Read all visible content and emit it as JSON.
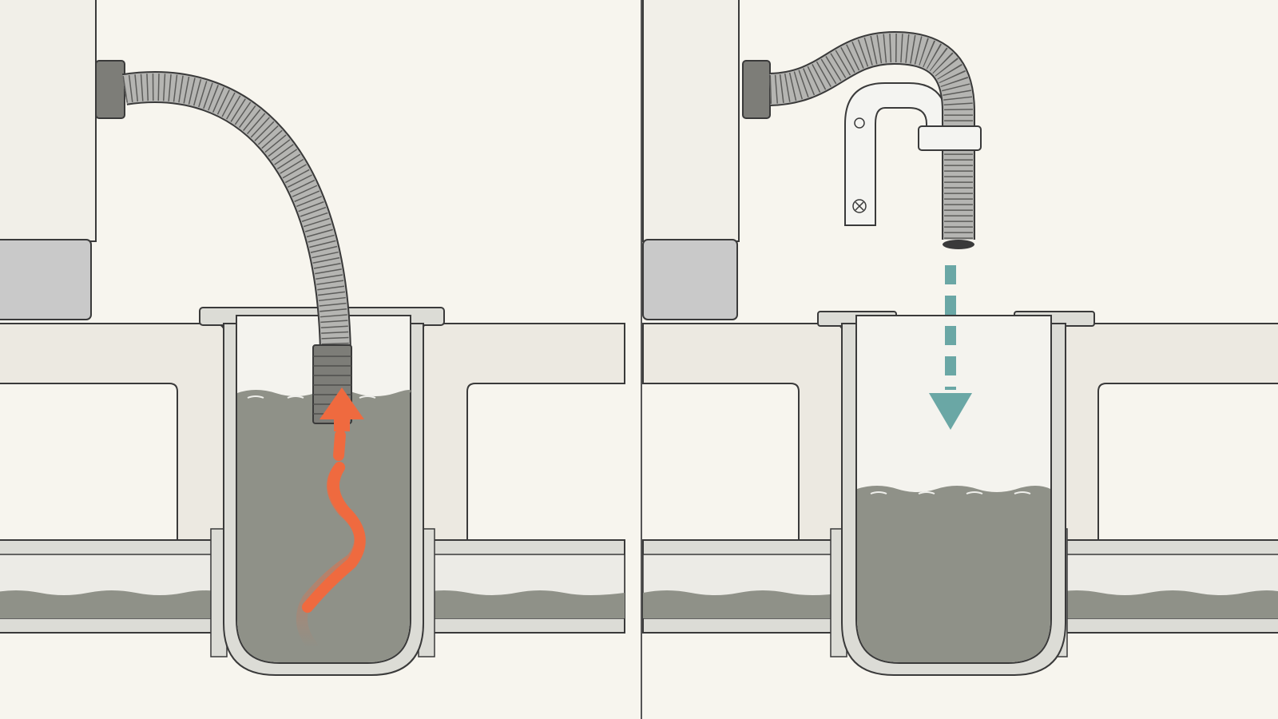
{
  "panels": [
    {
      "id": "left",
      "hose_state": "submerged",
      "flow": "backflow"
    },
    {
      "id": "right",
      "hose_state": "raised",
      "flow": "gravity-drain"
    }
  ],
  "colors": {
    "background": "#f7f5ee",
    "outline": "#3a3a3a",
    "cabinet_body": "#f1efe8",
    "cabinet_base": "#c9c9c9",
    "floor": "#ece9e1",
    "pipe_wall": "#dcdcd6",
    "water": "#8f9188",
    "hose": "#b5b5b2",
    "hose_connector": "#7d7d78",
    "backflow_arrow": "#ef6a3f",
    "drain_arrow": "#6aa7a5",
    "bracket": "#f4f4f1",
    "divider": "#555555"
  }
}
